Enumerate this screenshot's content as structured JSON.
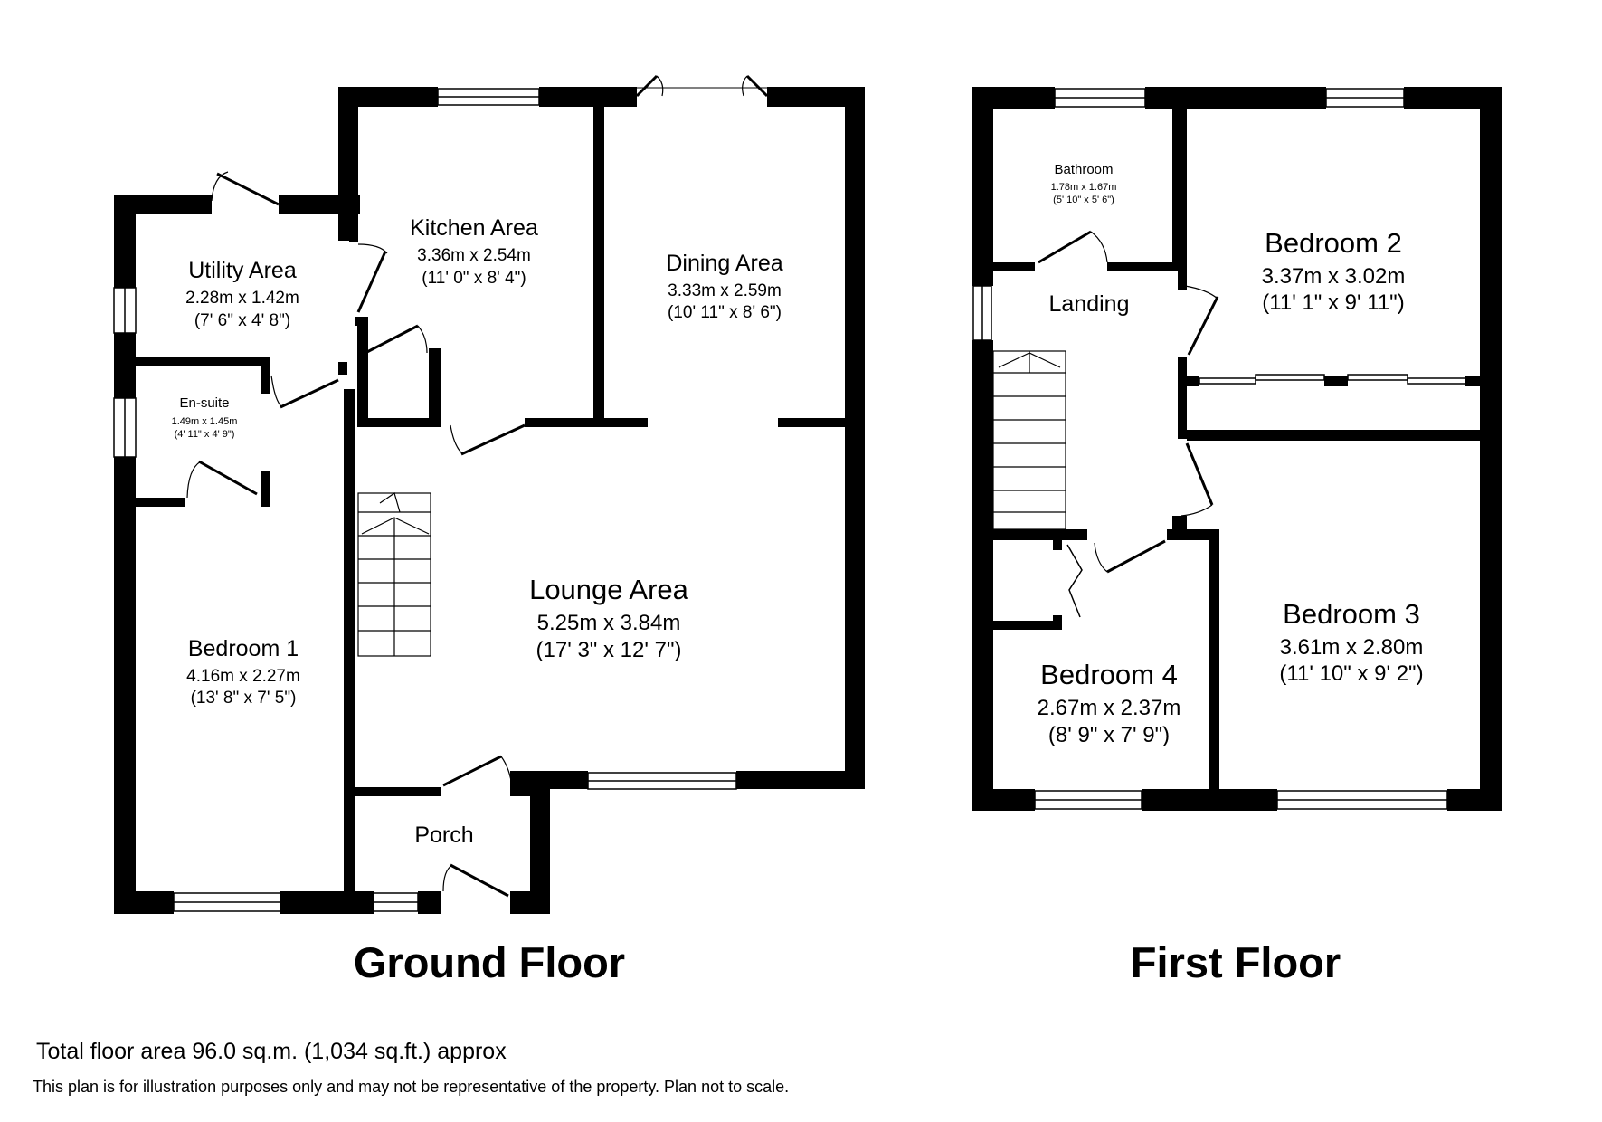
{
  "floors": {
    "ground": {
      "title": "Ground Floor",
      "rooms": {
        "utility": {
          "name": "Utility Area",
          "dims": "2.28m x 1.42m",
          "dims_imperial": "(7' 6\" x 4' 8\")"
        },
        "ensuite": {
          "name": "En-suite",
          "dims": "1.49m x 1.45m",
          "dims_imperial": "(4' 11\" x 4' 9\")"
        },
        "kitchen": {
          "name": "Kitchen Area",
          "dims": "3.36m x 2.54m",
          "dims_imperial": "(11' 0\" x 8' 4\")"
        },
        "dining": {
          "name": "Dining Area",
          "dims": "3.33m x 2.59m",
          "dims_imperial": "(10' 11\" x 8' 6\")"
        },
        "bedroom1": {
          "name": "Bedroom 1",
          "dims": "4.16m x 2.27m",
          "dims_imperial": "(13' 8\" x 7' 5\")"
        },
        "lounge": {
          "name": "Lounge Area",
          "dims": "5.25m x 3.84m",
          "dims_imperial": "(17' 3\" x 12' 7\")"
        },
        "porch": {
          "name": "Porch"
        }
      }
    },
    "first": {
      "title": "First Floor",
      "rooms": {
        "bathroom": {
          "name": "Bathroom",
          "dims": "1.78m x 1.67m",
          "dims_imperial": "(5' 10\" x 5' 6\")"
        },
        "landing": {
          "name": "Landing"
        },
        "bedroom2": {
          "name": "Bedroom 2",
          "dims": "3.37m x 3.02m",
          "dims_imperial": "(11' 1\" x 9' 11\")"
        },
        "bedroom3": {
          "name": "Bedroom 3",
          "dims": "3.61m x 2.80m",
          "dims_imperial": "(11' 10\" x 9' 2\")"
        },
        "bedroom4": {
          "name": "Bedroom 4",
          "dims": "2.67m x 2.37m",
          "dims_imperial": "(8' 9\" x 7' 9\")"
        }
      }
    }
  },
  "footer": {
    "total_area": "Total floor area 96.0 sq.m. (1,034 sq.ft.) approx",
    "disclaimer": "This plan is for illustration purposes only and may not be representative of the property. Plan not to scale."
  }
}
